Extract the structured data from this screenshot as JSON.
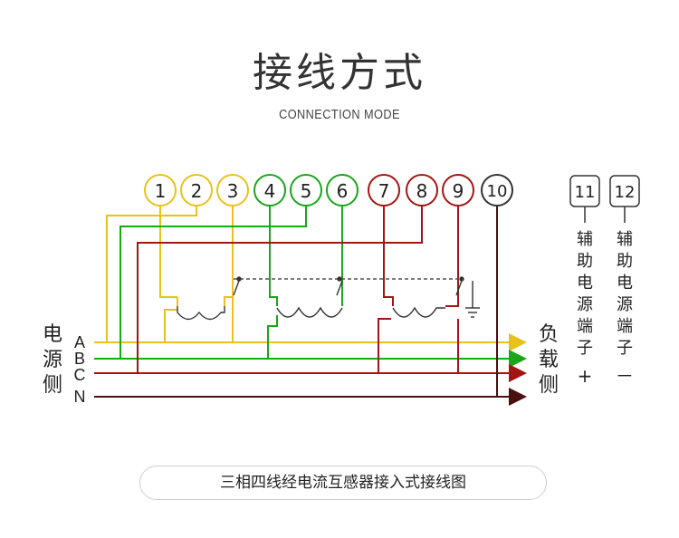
{
  "header": {
    "title": "接线方式",
    "subtitle": "CONNECTION MODE"
  },
  "terminals": [
    {
      "label": "1",
      "color": "#e8c21a"
    },
    {
      "label": "2",
      "color": "#e8c21a"
    },
    {
      "label": "3",
      "color": "#e8c21a"
    },
    {
      "label": "4",
      "color": "#1aa51a"
    },
    {
      "label": "5",
      "color": "#1aa51a"
    },
    {
      "label": "6",
      "color": "#1aa51a"
    },
    {
      "label": "7",
      "color": "#a31515"
    },
    {
      "label": "8",
      "color": "#a31515"
    },
    {
      "label": "9",
      "color": "#a31515"
    },
    {
      "label": "10",
      "color": "#333333"
    }
  ],
  "aux_terminals": [
    {
      "label": "11",
      "text": "辅助电源端子",
      "sign": "+"
    },
    {
      "label": "12",
      "text": "辅助电源端子",
      "sign": "－"
    }
  ],
  "source_side": {
    "label": "电源侧",
    "phases": [
      "A",
      "B",
      "C",
      "N"
    ]
  },
  "load_side": {
    "label": "负载侧"
  },
  "colors": {
    "phase_a": "#e8c21a",
    "phase_b": "#1aa51a",
    "phase_c": "#a31515",
    "neutral": "#4a1010"
  },
  "caption": "三相四线经电流互感器接入式接线图"
}
